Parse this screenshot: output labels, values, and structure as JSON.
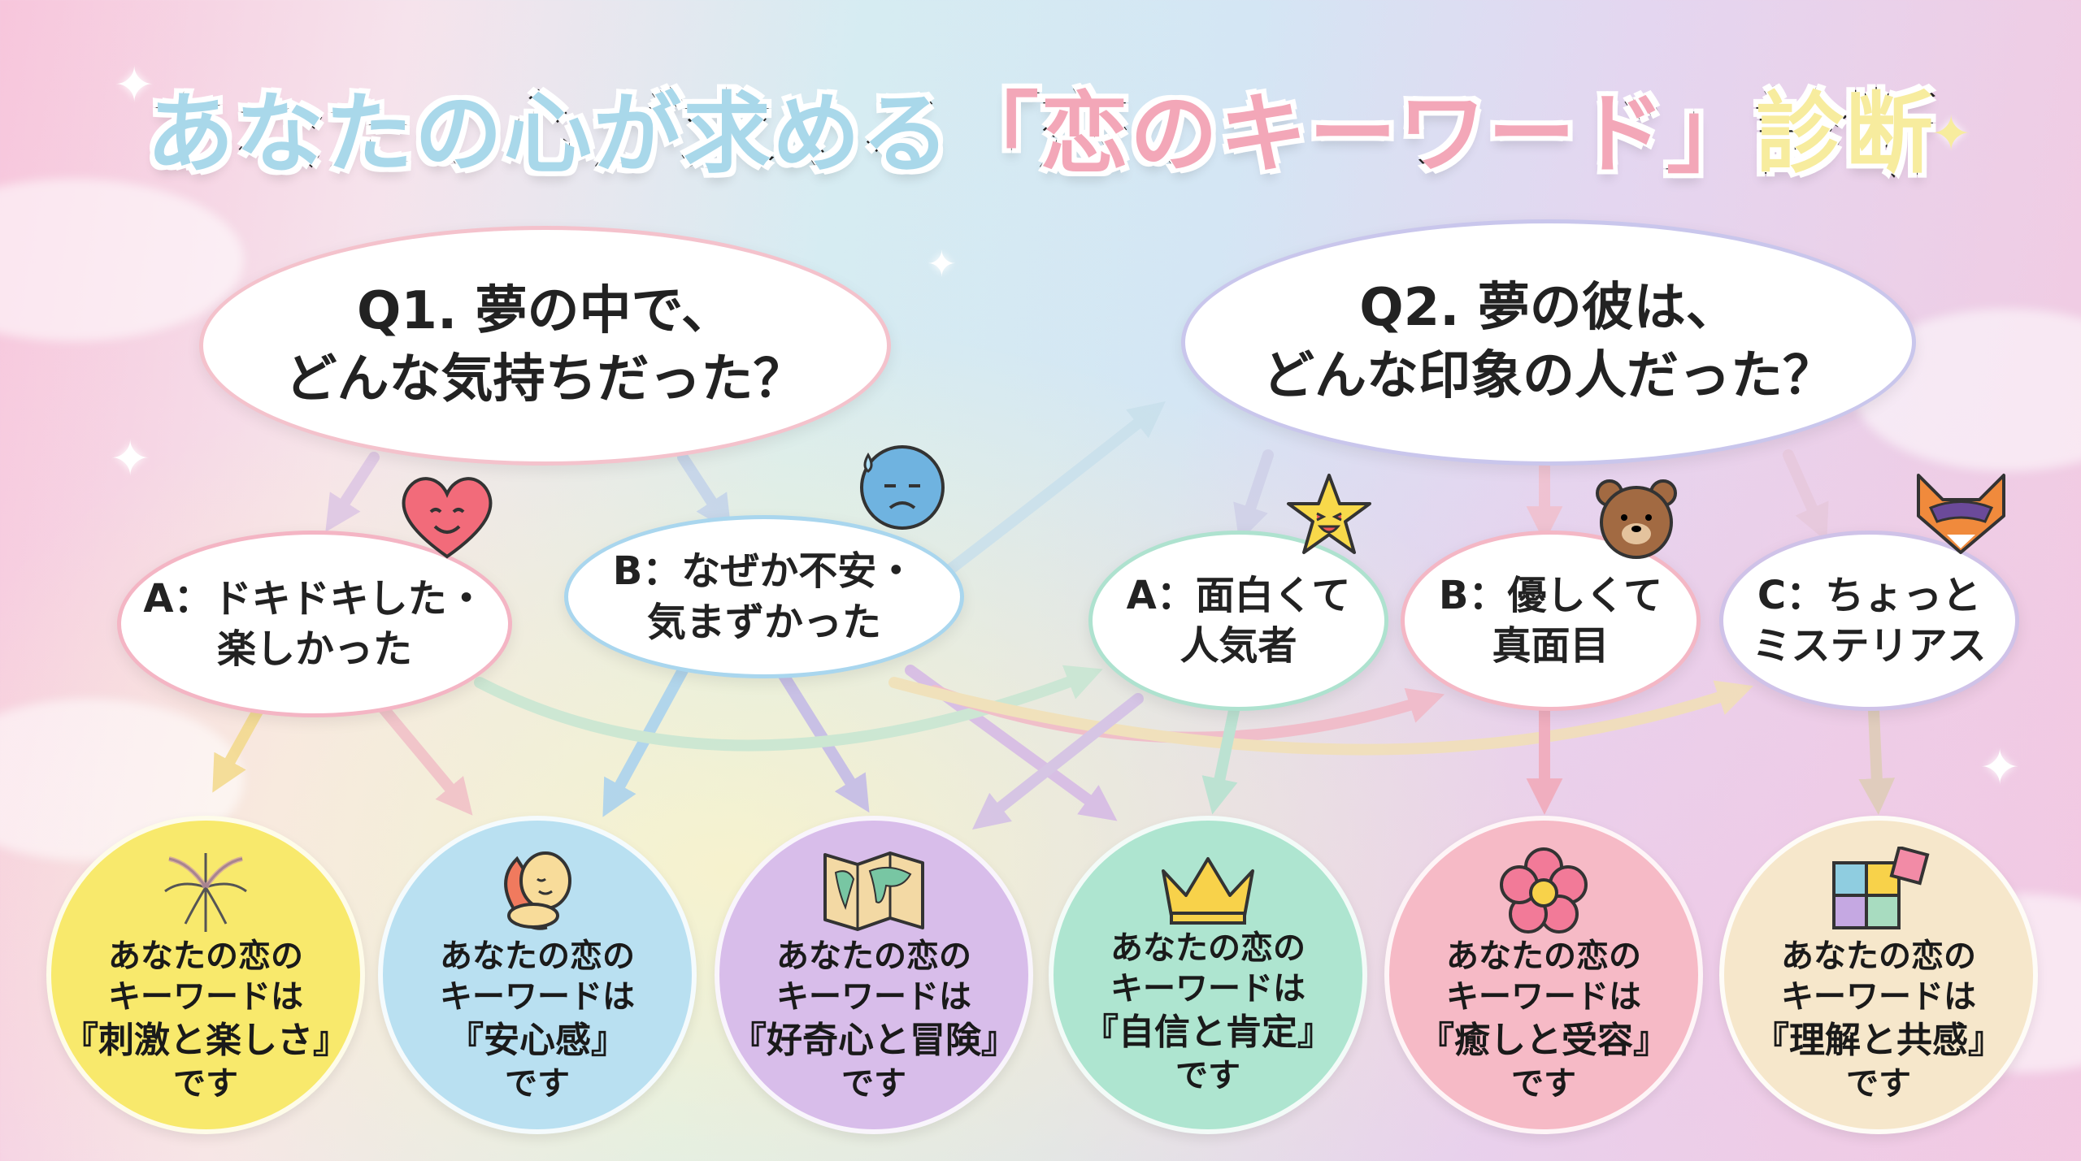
{
  "title": {
    "part1": "あなたの心が求める",
    "part2": "「恋のキーワード」",
    "part3": "診断"
  },
  "q1": {
    "line1": "Q1. 夢の中で、",
    "line2": "どんな気持ちだった？",
    "a": {
      "line1": "A：ドキドキした・",
      "line2": "楽しかった",
      "icon": "heart-face-icon"
    },
    "b": {
      "line1": "B：なぜか不安・",
      "line2": "気まずかった",
      "icon": "worried-drop-face-icon"
    }
  },
  "q2": {
    "line1": "Q2. 夢の彼は、",
    "line2": "どんな印象の人だった？",
    "a": {
      "line1": "A：面白くて",
      "line2": "人気者",
      "icon": "laughing-star-icon"
    },
    "b": {
      "line1": "B：優しくて",
      "line2": "真面目",
      "icon": "bear-icon"
    },
    "c": {
      "line1": "C：ちょっと",
      "line2": "ミステリアス",
      "icon": "masked-fox-icon"
    }
  },
  "results": [
    {
      "line1": "あなたの恋の",
      "line2": "キーワードは",
      "keyword": "『刺激と楽しさ』",
      "end": "です",
      "icon": "fireworks-icon",
      "color": "#f8e96c"
    },
    {
      "line1": "あなたの恋の",
      "line2": "キーワードは",
      "keyword": "『安心感』",
      "end": "です",
      "icon": "hug-icon",
      "color": "#b9e0f1"
    },
    {
      "line1": "あなたの恋の",
      "line2": "キーワードは",
      "keyword": "『好奇心と冒険』",
      "end": "です",
      "icon": "map-icon",
      "color": "#d8bdea"
    },
    {
      "line1": "あなたの恋の",
      "line2": "キーワードは",
      "keyword": "『自信と肯定』",
      "end": "です",
      "icon": "crown-icon",
      "color": "#aee5d0"
    },
    {
      "line1": "あなたの恋の",
      "line2": "キーワードは",
      "keyword": "『癒しと受容』",
      "end": "です",
      "icon": "flower-icon",
      "color": "#f6bac6"
    },
    {
      "line1": "あなたの恋の",
      "line2": "キーワードは",
      "keyword": "『理解と共感』",
      "end": "です",
      "icon": "puzzle-icon",
      "color": "#f6e7cb"
    }
  ]
}
